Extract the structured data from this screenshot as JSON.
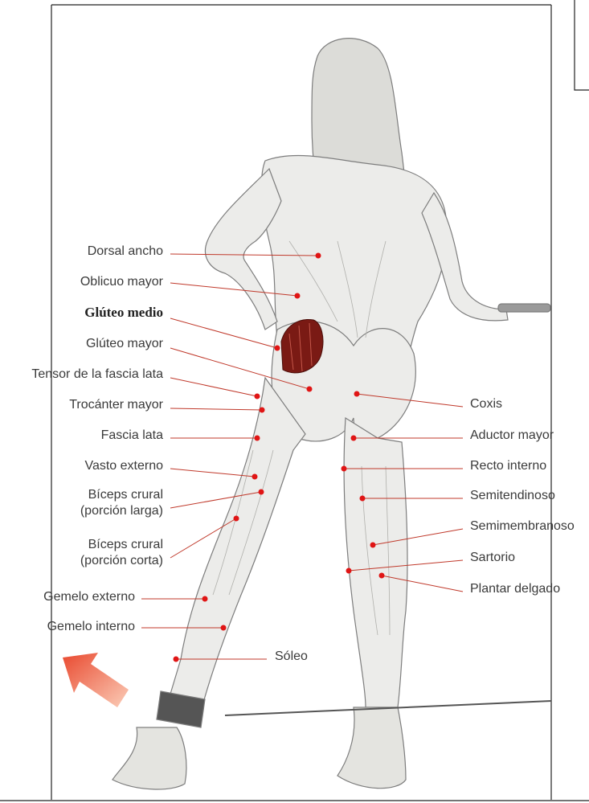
{
  "labels_left": {
    "dorsal_ancho": "Dorsal ancho",
    "oblicuo_mayor": "Oblicuo mayor",
    "gluteo_medio": "Glúteo medio",
    "gluteo_mayor": "Glúteo mayor",
    "tensor_fascia": "Tensor de la fascia lata",
    "trocanter": "Trocánter mayor",
    "fascia_lata": "Fascia lata",
    "vasto_externo": "Vasto externo",
    "biceps_larga_1": "Bíceps crural",
    "biceps_larga_2": "(porción larga)",
    "biceps_corta_1": "Bíceps crural",
    "biceps_corta_2": "(porción corta)",
    "gemelo_externo": "Gemelo externo",
    "gemelo_interno": "Gemelo interno",
    "soleo": "Sóleo"
  },
  "labels_right": {
    "coxis": "Coxis",
    "aductor_mayor": "Aductor mayor",
    "recto_interno": "Recto interno",
    "semitendinoso": "Semitendinoso",
    "semimembranoso": "Semimembranoso",
    "sartorio": "Sartorio",
    "plantar_delgado": "Plantar delgado"
  },
  "colors": {
    "leader_line": "#c0392b",
    "marker_dot": "#e01515",
    "highlight_muscle": "#7a1a14",
    "arrow": "#ef6a45",
    "frame": "#222222",
    "sketch": "#8a8a8a"
  },
  "icons": {
    "direction_arrow": "arrow-up-left-icon"
  }
}
